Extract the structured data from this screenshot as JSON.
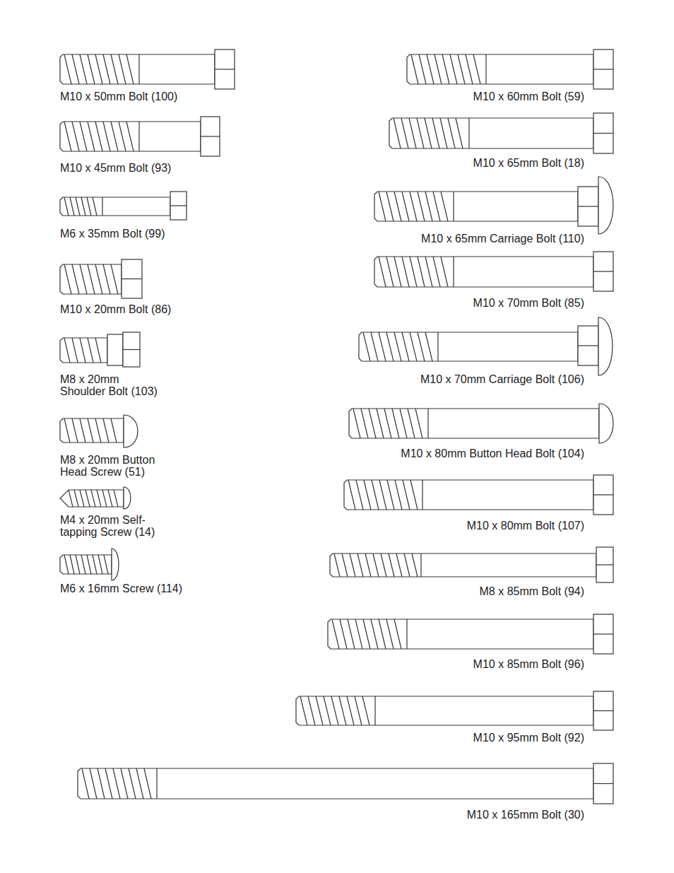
{
  "diagram": {
    "labels": [
      "M10 x 50mm Bolt (100)",
      "M10 x 60mm Bolt (59)",
      "M10 x 65mm Bolt (18)",
      "M10 x 45mm Bolt (93)",
      "M6 x 35mm Bolt (99)",
      "M10 x 65mm Carriage Bolt (110)",
      "M10 x 70mm Bolt (85)",
      "M10 x 20mm Bolt (86)",
      "M8 x 20mm Shoulder Bolt (103)",
      "M10 x 70mm Carriage Bolt (106)",
      "M10 x 80mm Button Head Bolt (104)",
      "M8 x 20mm Button Head Screw (51)",
      "M4 x 20mm Self-tapping Screw (14)",
      "M10 x 80mm Bolt (107)",
      "M6 x 16mm Screw (114)",
      "M8 x 85mm Bolt (94)",
      "M10 x 85mm Bolt (96)",
      "M10 x 95mm Bolt (92)",
      "M10 x 165mm Bolt (30)"
    ]
  }
}
